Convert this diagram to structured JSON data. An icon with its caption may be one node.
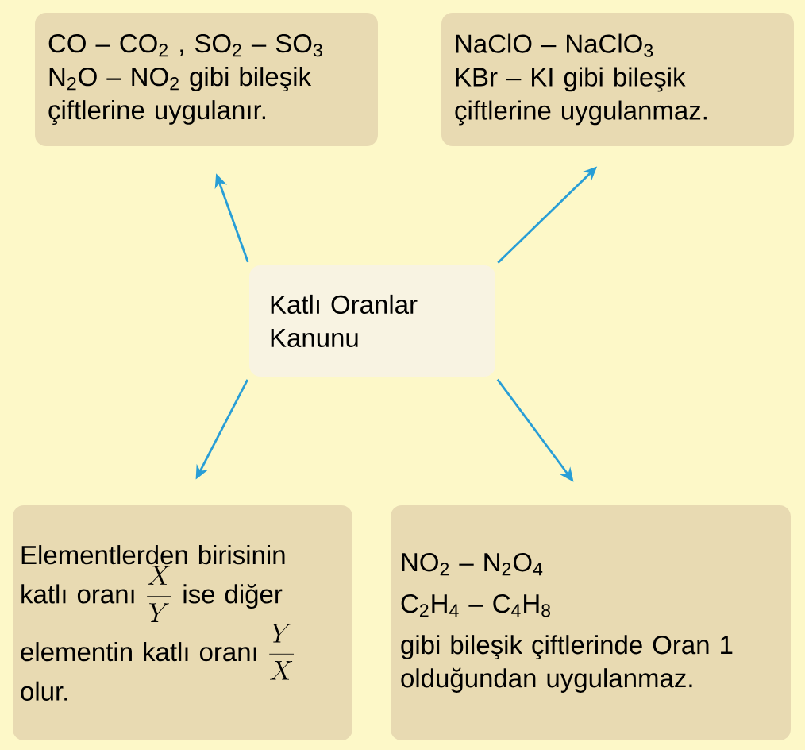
{
  "diagram": {
    "nodes": [
      {
        "text": [
          "CO – CO$_{2}$ , SO$_{2}$ – SO$_{3}$ N$_{2}$O – NO$_{2}$ gibi bileşik çiftlerine uygulanır."
        ]
      },
      {
        "text": [
          "NaClO – NaClO$_{3}$",
          "KBr – KI gibi bileşik çiftlerine uygulanmaz."
        ]
      },
      {
        "text": [
          "Katlı Oranlar Kanunu"
        ]
      },
      {
        "text": [
          "Elementlerden birisinin katlı oranı",
          "\\frac{X}{Y}",
          "ise diğer elementin katlı oranı",
          "\\frac{Y}{X}",
          "olur."
        ]
      },
      {
        "text": [
          "NO$_{2}$ – N$_{2}$O$_{4}$",
          "C$_{2}$H$_{4}$ – C$_{4}$H$_{8}$",
          "gibi bileşik çiftlerinde Oran 1 olduğundan uygulanmaz."
        ]
      }
    ],
    "edges": [
      {
        "from": 2,
        "to": 0,
        "arrow": "to"
      },
      {
        "from": 2,
        "to": 1,
        "arrow": "to"
      },
      {
        "from": 2,
        "to": 3,
        "arrow": "to"
      },
      {
        "from": 2,
        "to": 4,
        "arrow": "to"
      }
    ]
  }
}
